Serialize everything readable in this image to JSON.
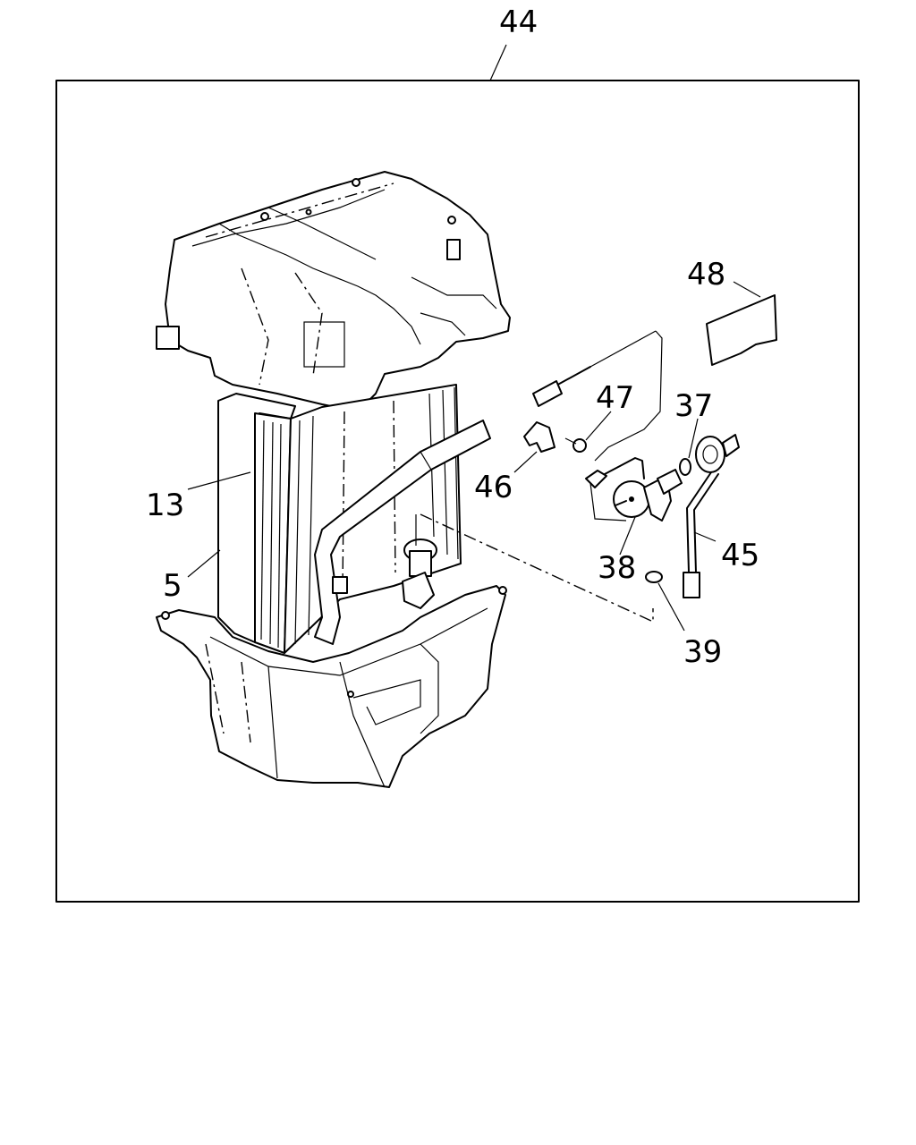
{
  "diagram": {
    "callouts": {
      "c44": "44",
      "c48": "48",
      "c47": "47",
      "c37": "37",
      "c46": "46",
      "c13": "13",
      "c38": "38",
      "c45": "45",
      "c5": "5",
      "c39": "39"
    }
  }
}
